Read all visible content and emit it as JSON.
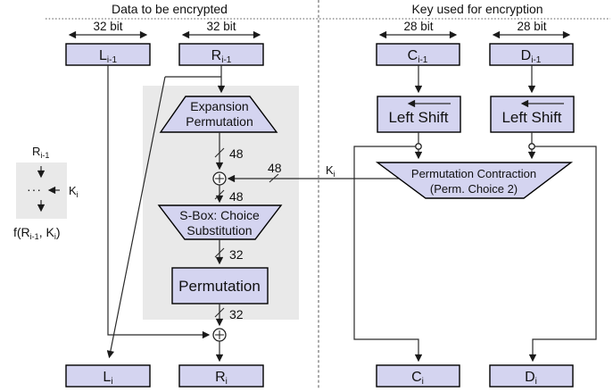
{
  "headers": {
    "data": "Data to be encrypted",
    "key": "Key used for encryption"
  },
  "bit_arrows": [
    {
      "label": "32 bit"
    },
    {
      "label": "32 bit"
    },
    {
      "label": "28 bit"
    },
    {
      "label": "28 bit"
    }
  ],
  "registers": {
    "top": [
      {
        "main": "L",
        "sub": "i-1"
      },
      {
        "main": "R",
        "sub": "i-1"
      },
      {
        "main": "C",
        "sub": "i-1"
      },
      {
        "main": "D",
        "sub": "i-1"
      }
    ],
    "bottom": [
      {
        "main": "L",
        "sub": "i"
      },
      {
        "main": "R",
        "sub": "i"
      },
      {
        "main": "C",
        "sub": "i"
      },
      {
        "main": "D",
        "sub": "i"
      }
    ]
  },
  "blocks": {
    "expansion_permutation": {
      "line1": "Expansion",
      "line2": "Permutation"
    },
    "sbox": {
      "line1": "S-Box: Choice",
      "line2": "Substitution"
    },
    "permutation": {
      "label": "Permutation"
    },
    "left_shift_c": {
      "label": "Left Shift"
    },
    "left_shift_d": {
      "label": "Left Shift"
    },
    "permuted_choice": {
      "line1": "Permutation Contraction",
      "line2": "(Perm. Choice 2)"
    }
  },
  "bus_labels": {
    "expansion_out": "48",
    "key_in": "48",
    "xor_out": "48",
    "sbox_out": "32",
    "permutation_out": "32"
  },
  "key_label": {
    "main": "K",
    "sub": "i"
  },
  "legend": {
    "r_main": "R",
    "r_sub": "i-1",
    "dots": "···",
    "k_main": "K",
    "k_sub": "i",
    "f_pre": "f(R",
    "f_sub1": "i-1",
    "f_mid": ", K",
    "f_sub2": "i",
    "f_post": ")"
  },
  "colors": {
    "box_fill": "#d4d4f0",
    "gray_region": "#e9e9e9"
  }
}
